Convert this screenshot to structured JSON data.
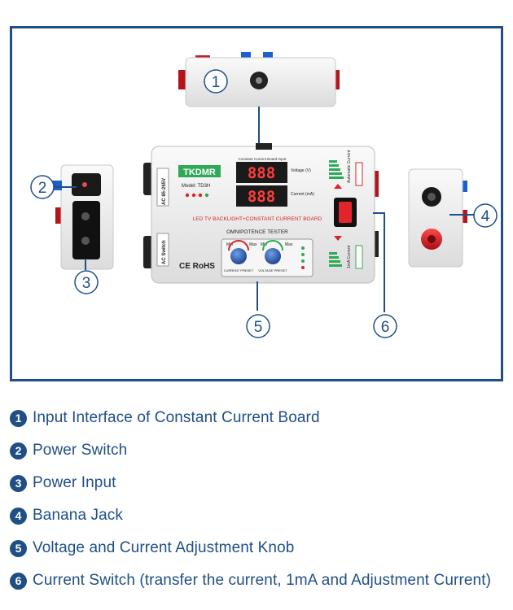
{
  "device": {
    "brand": "TKDMR",
    "model": "Model: TD3H",
    "input_header": "Constant Current Board Input",
    "voltage_label": "Voltage (V)",
    "current_label": "Current (mA)",
    "display_digits": "888",
    "board_label": "LED TV BACKLIGHT+CONSTANT CURRENT BOARD",
    "omni_label": "OMNIPOTENCE TESTER",
    "ac_label": "AC 85-265V",
    "ac_switch_label": "AC Switch",
    "cert_label": "CE RoHS",
    "knob_min": "Min",
    "knob_max": "Max",
    "current_preset": "CURRENT PRESET",
    "voltage_preset": "VOLTAGE PRESET",
    "auto_current": "Automatic Current",
    "ma_current": "1mA Current"
  },
  "callouts": [
    "1",
    "2",
    "3",
    "4",
    "5",
    "6"
  ],
  "legend": [
    {
      "num": "1",
      "text": "Input Interface of Constant Current Board"
    },
    {
      "num": "2",
      "text": "Power Switch"
    },
    {
      "num": "3",
      "text": "Power Input"
    },
    {
      "num": "4",
      "text": "Banana Jack"
    },
    {
      "num": "5",
      "text": "Voltage and Current Adjustment Knob"
    },
    {
      "num": "6",
      "text": "Current Switch (transfer the current, 1mA and Adjustment  Current)"
    }
  ],
  "colors": {
    "accent": "#1f4f86",
    "brand_green": "#2eaa57",
    "switch_red": "#d8232a"
  }
}
